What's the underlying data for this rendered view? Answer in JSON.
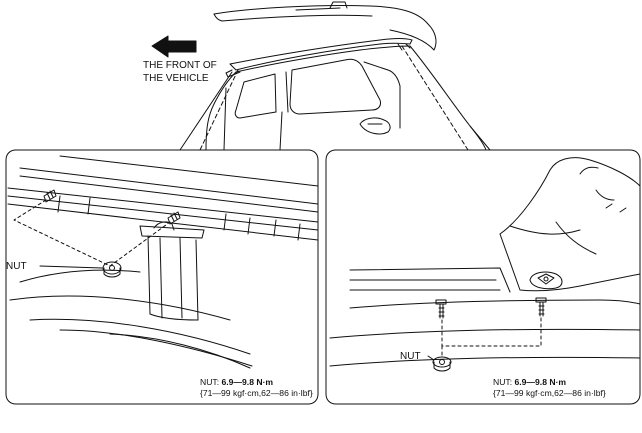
{
  "direction_label": {
    "line1": "THE FRONT OF",
    "line2": "THE VEHICLE"
  },
  "left_panel": {
    "callout": "NUT",
    "spec_prefix": "NUT: ",
    "spec_value": "6.9—9.8 N·m",
    "spec_line2": "{71—99 kgf·cm,62—86 in·lbf}"
  },
  "right_panel": {
    "callout": "NUT",
    "spec_prefix": "NUT: ",
    "spec_value": "6.9—9.8 N·m",
    "spec_line2": "{71—99 kgf·cm,62—86 in·lbf}"
  }
}
